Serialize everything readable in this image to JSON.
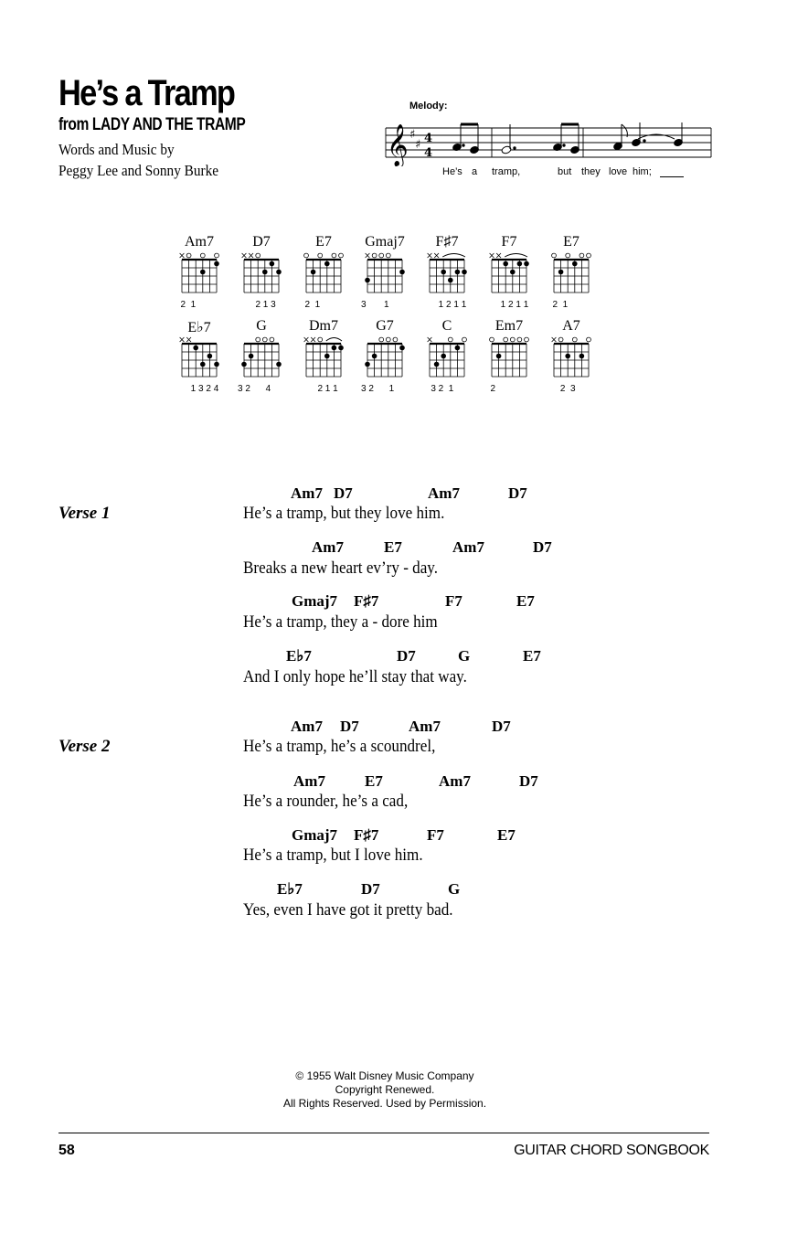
{
  "song": {
    "title": "He’s a Tramp",
    "subtitle": "from LADY AND THE TRAMP",
    "credit_line1": "Words and Music by",
    "credit_line2": "Peggy Lee and Sonny Burke"
  },
  "melody": {
    "label": "Melody:",
    "lyrics": [
      "He’s",
      "a",
      "tramp,",
      "but",
      "they",
      "love",
      "him;"
    ]
  },
  "chord_diagrams": [
    {
      "name": "Am7",
      "markers": [
        "x",
        "o",
        "",
        "o",
        "",
        "o"
      ],
      "dots": [
        [
          3,
          2
        ],
        [
          5,
          1
        ]
      ],
      "fingering": "  2  1"
    },
    {
      "name": "D7",
      "markers": [
        "x",
        "x",
        "o",
        "",
        "",
        ""
      ],
      "dots": [
        [
          3,
          2
        ],
        [
          4,
          1
        ],
        [
          5,
          2
        ]
      ],
      "fingering": "       2 1 3"
    },
    {
      "name": "E7",
      "markers": [
        "o",
        "",
        "o",
        "",
        "o",
        "o"
      ],
      "dots": [
        [
          1,
          2
        ],
        [
          3,
          1
        ]
      ],
      "fingering": "  2  1"
    },
    {
      "name": "Gmaj7",
      "markers": [
        "x",
        "o",
        "o",
        "o",
        "",
        ""
      ],
      "dots": [
        [
          0,
          3
        ],
        [
          5,
          2
        ]
      ],
      "fingering": "3       1"
    },
    {
      "name": "F♯7",
      "markers": [
        "x",
        "x",
        "",
        "",
        "",
        ""
      ],
      "dots": [
        [
          2,
          2
        ],
        [
          3,
          3
        ],
        [
          4,
          2
        ],
        [
          5,
          2
        ]
      ],
      "barre": true,
      "fingering": "      1 2 1 1"
    },
    {
      "name": "F7",
      "markers": [
        "x",
        "x",
        "",
        "",
        "",
        ""
      ],
      "dots": [
        [
          2,
          1
        ],
        [
          3,
          2
        ],
        [
          4,
          1
        ],
        [
          5,
          1
        ]
      ],
      "barre": true,
      "fingering": "      1 2 1 1"
    },
    {
      "name": "E7",
      "markers": [
        "o",
        "",
        "o",
        "",
        "o",
        "o"
      ],
      "dots": [
        [
          1,
          2
        ],
        [
          3,
          1
        ]
      ],
      "fingering": "  2  1"
    },
    {
      "name": "E♭7",
      "markers": [
        "x",
        "x",
        "",
        "",
        "",
        ""
      ],
      "dots": [
        [
          2,
          1
        ],
        [
          3,
          3
        ],
        [
          4,
          2
        ],
        [
          5,
          3
        ]
      ],
      "fingering": "      1 3 2 4"
    },
    {
      "name": "G",
      "markers": [
        "",
        "",
        "o",
        "o",
        "o",
        ""
      ],
      "dots": [
        [
          0,
          3
        ],
        [
          1,
          2
        ],
        [
          5,
          3
        ]
      ],
      "fingering": "3 2      4"
    },
    {
      "name": "Dm7",
      "markers": [
        "x",
        "x",
        "o",
        "",
        "",
        ""
      ],
      "dots": [
        [
          3,
          2
        ],
        [
          4,
          1
        ],
        [
          5,
          1
        ]
      ],
      "barre": true,
      "fingering": "       2 1 1"
    },
    {
      "name": "G7",
      "markers": [
        "",
        "",
        "o",
        "o",
        "o",
        ""
      ],
      "dots": [
        [
          0,
          3
        ],
        [
          1,
          2
        ],
        [
          5,
          1
        ]
      ],
      "fingering": "3 2      1"
    },
    {
      "name": "C",
      "markers": [
        "x",
        "",
        "",
        "o",
        "",
        "o"
      ],
      "dots": [
        [
          1,
          3
        ],
        [
          2,
          2
        ],
        [
          4,
          1
        ]
      ],
      "fingering": "   3 2  1"
    },
    {
      "name": "Em7",
      "markers": [
        "o",
        "",
        "o",
        "o",
        "o",
        "o"
      ],
      "dots": [
        [
          1,
          2
        ]
      ],
      "fingering": "  2"
    },
    {
      "name": "A7",
      "markers": [
        "x",
        "o",
        "",
        "o",
        "",
        "o"
      ],
      "dots": [
        [
          2,
          2
        ],
        [
          4,
          2
        ]
      ],
      "fingering": "     2  3"
    }
  ],
  "verses": [
    {
      "label": "Verse 1",
      "lines": [
        {
          "chords": [
            "Am7",
            "D7",
            "Am7",
            "D7"
          ],
          "lyric": "He’s a tramp,      but they love him."
        },
        {
          "chords": [
            "Am7",
            "E7",
            "Am7",
            "D7"
          ],
          "lyric": "Breaks a new heart      ev’ry - day."
        },
        {
          "chords": [
            "Gmaj7",
            "F♯7",
            "F7",
            "E7"
          ],
          "lyric": "He’s a tramp,            they a - dore him"
        },
        {
          "chords": [
            "E♭7",
            "D7",
            "G",
            "E7"
          ],
          "lyric": "And I only hope he’ll stay that way."
        }
      ]
    },
    {
      "label": "Verse 2",
      "lines": [
        {
          "chords": [
            "Am7",
            "D7",
            "Am7",
            "D7"
          ],
          "lyric": "He’s a tramp,      he’s a scoundrel,"
        },
        {
          "chords": [
            "Am7",
            "E7",
            "Am7",
            "D7"
          ],
          "lyric": "He’s a rounder,        he’s a cad,"
        },
        {
          "chords": [
            "Gmaj7",
            "F♯7",
            "F7",
            "E7"
          ],
          "lyric": "He’s a tramp,            but I love him."
        },
        {
          "chords": [
            "E♭7",
            "D7",
            "G"
          ],
          "lyric": "Yes, even I have got it pretty bad."
        }
      ]
    }
  ],
  "copyright": {
    "line1": "© 1955 Walt Disney Music Company",
    "line2": "Copyright Renewed.",
    "line3": "All Rights Reserved.  Used by Permission."
  },
  "footer": {
    "page_number": "58",
    "book_title": "GUITAR CHORD SONGBOOK"
  }
}
